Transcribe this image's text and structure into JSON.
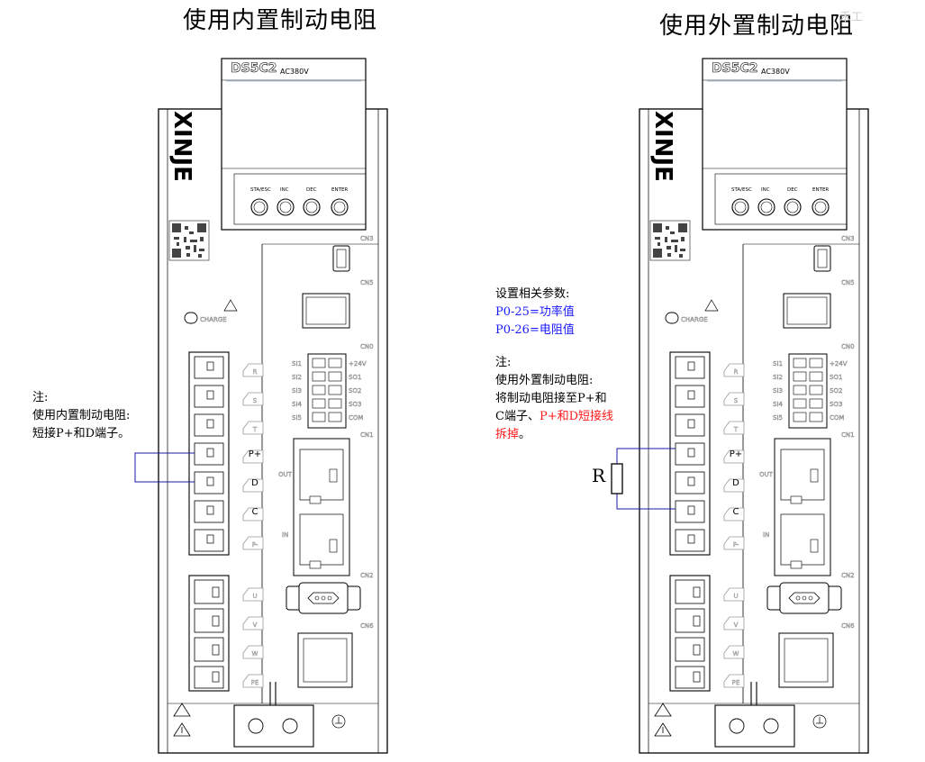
{
  "titles": {
    "internal": "使用内置制动电阻",
    "external": "使用外置制动电阻"
  },
  "watermark": "禾工",
  "drive": {
    "model": "DS5C2",
    "voltage": "AC380V",
    "brand": "XINJE",
    "buttons": [
      "STA/ESC",
      "INC",
      "DEC",
      "ENTER"
    ],
    "charge": "CHARGE",
    "connectors": {
      "cn3": "CN3",
      "cn5": "CN5",
      "cn0": "CN0",
      "cn1": "CN1",
      "cn2": "CN2",
      "cn6": "CN6"
    },
    "io_left": [
      "SI1",
      "SI2",
      "SI3",
      "SI4",
      "SI5"
    ],
    "io_right": [
      "+24V",
      "SO1",
      "SO2",
      "SO3",
      "COM"
    ],
    "power_terminals": [
      "R",
      "S",
      "T",
      "P+",
      "D",
      "C",
      "P-"
    ],
    "motor_terminals": [
      "U",
      "V",
      "W",
      "PE"
    ],
    "port_out": "OUT",
    "port_in": "IN"
  },
  "left_note": {
    "lines": [
      "注:",
      "使用内置制动电阻:",
      "短接P+和D端子。"
    ]
  },
  "right_note": {
    "heading": "设置相关参数:",
    "param1": "P0-25=功率值",
    "param2": "P0-26=电阻值",
    "note_label": "注:",
    "line1": "使用外置制动电阻:",
    "line2": "将制动电阻接至P+和",
    "line3_prefix": "C端子、",
    "line3_red": "P+和D短接线",
    "line4_red": "拆掉",
    "line4_suffix": "。"
  },
  "resistor_label": "R"
}
